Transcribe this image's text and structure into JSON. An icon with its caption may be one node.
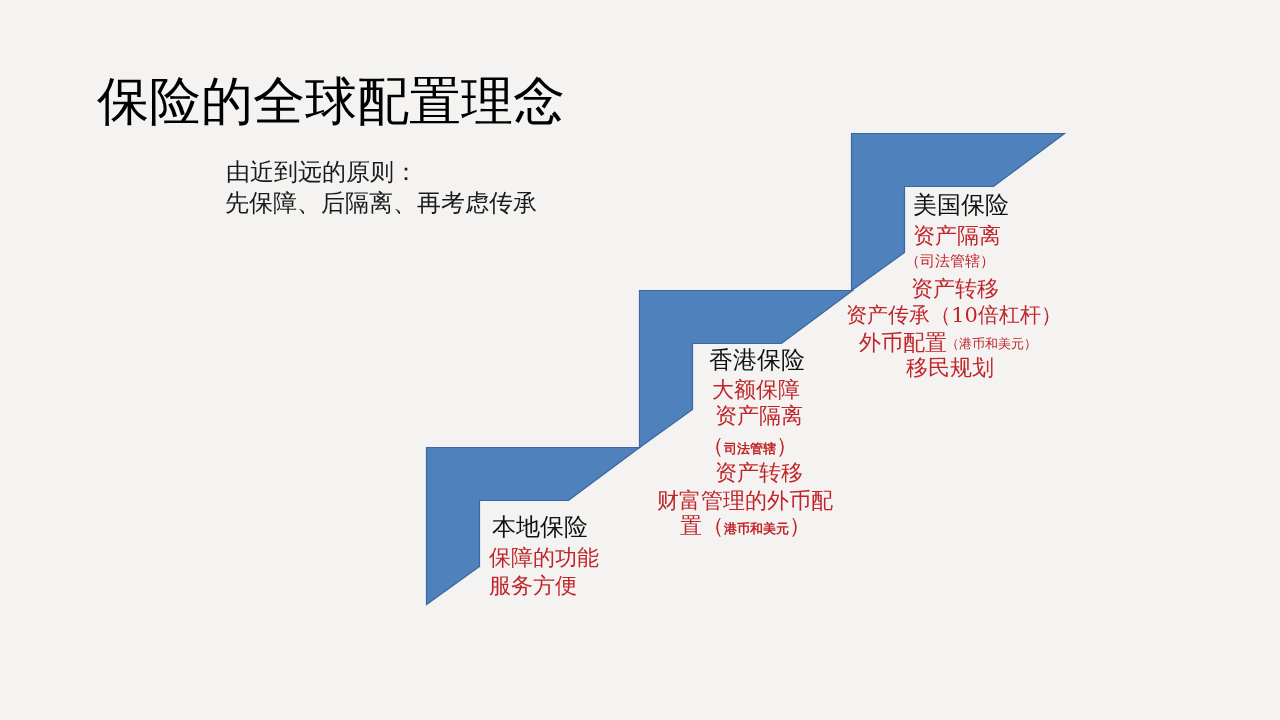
{
  "diagram": {
    "title": "保险的全球配置理念",
    "nodes": [
      {
        "text": [
          "本地保险",
          "保障的功能",
          "服务方便"
        ]
      },
      {
        "text": [
          "香港保险",
          "大额保障",
          "资产隔离",
          "（**司法管辖**）",
          "资产转移",
          "财富管理的外币配置（**港币和美元**）"
        ]
      },
      {
        "text": [
          "美国保险",
          "资产隔离",
          "（司法管辖）",
          "资产转移",
          "资产传承（10倍杠杆）",
          "外币配置",
          "（港币和美元）",
          "移民规划"
        ]
      }
    ],
    "labels": [
      "由近到远的原则：",
      "先保障、后隔离、再考虑传承"
    ]
  }
}
